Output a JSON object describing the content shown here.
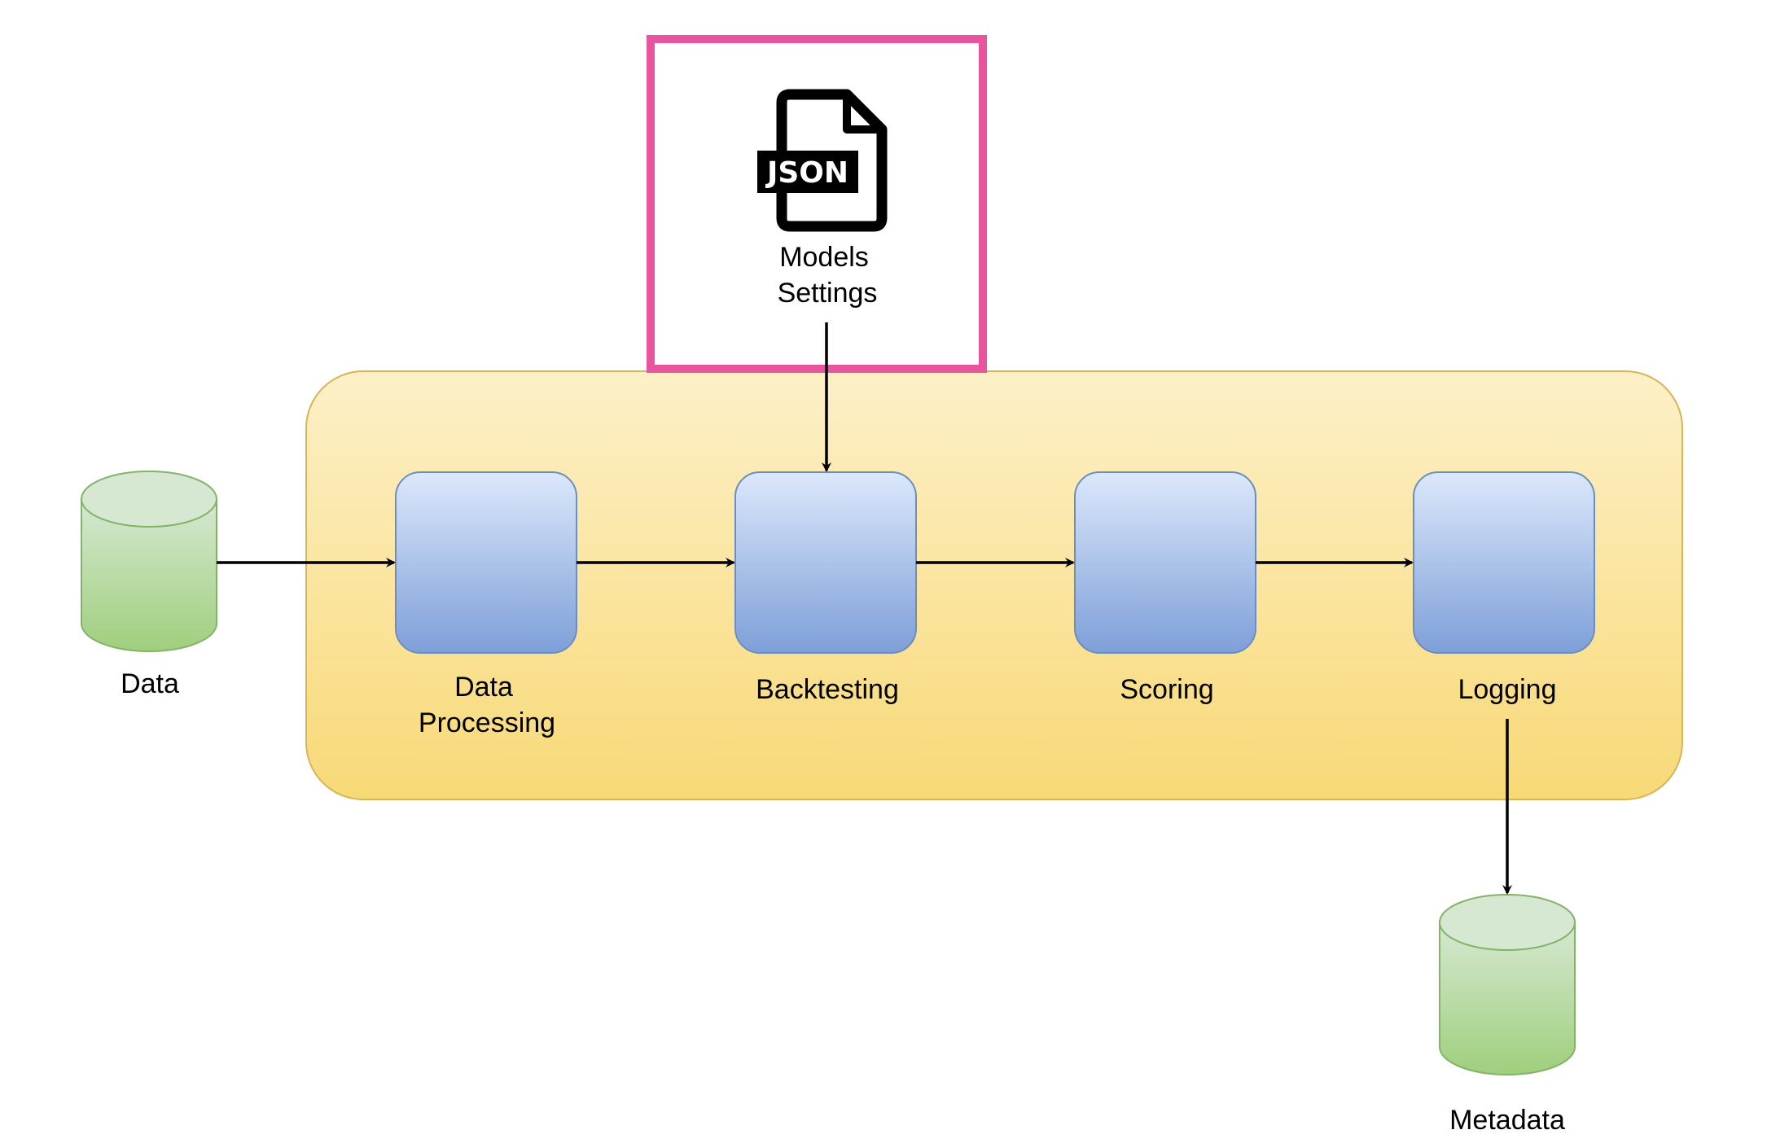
{
  "diagram": {
    "nodes": {
      "data_source": {
        "label": "Data"
      },
      "data_processing": {
        "label_line1": "Data",
        "label_line2": "Processing"
      },
      "backtesting": {
        "label": "Backtesting"
      },
      "scoring": {
        "label": "Scoring"
      },
      "logging": {
        "label": "Logging"
      },
      "metadata": {
        "label": "Metadata"
      },
      "models_settings": {
        "icon_text": "JSON",
        "label_line1": "Models",
        "label_line2": "Settings"
      }
    },
    "colors": {
      "highlight": "#E8559E",
      "pipeline_fill_top": "#FDF0C8",
      "pipeline_fill_bottom": "#F8D977",
      "pipeline_stroke": "#D6B656",
      "step_fill_top": "#DCE8FB",
      "step_fill_bottom": "#7E9FD8",
      "step_stroke": "#6C8EBF",
      "db_fill_top": "#D6E8D2",
      "db_fill_bottom": "#9FCF7D",
      "db_stroke": "#82B366",
      "arrow": "#000000"
    }
  }
}
